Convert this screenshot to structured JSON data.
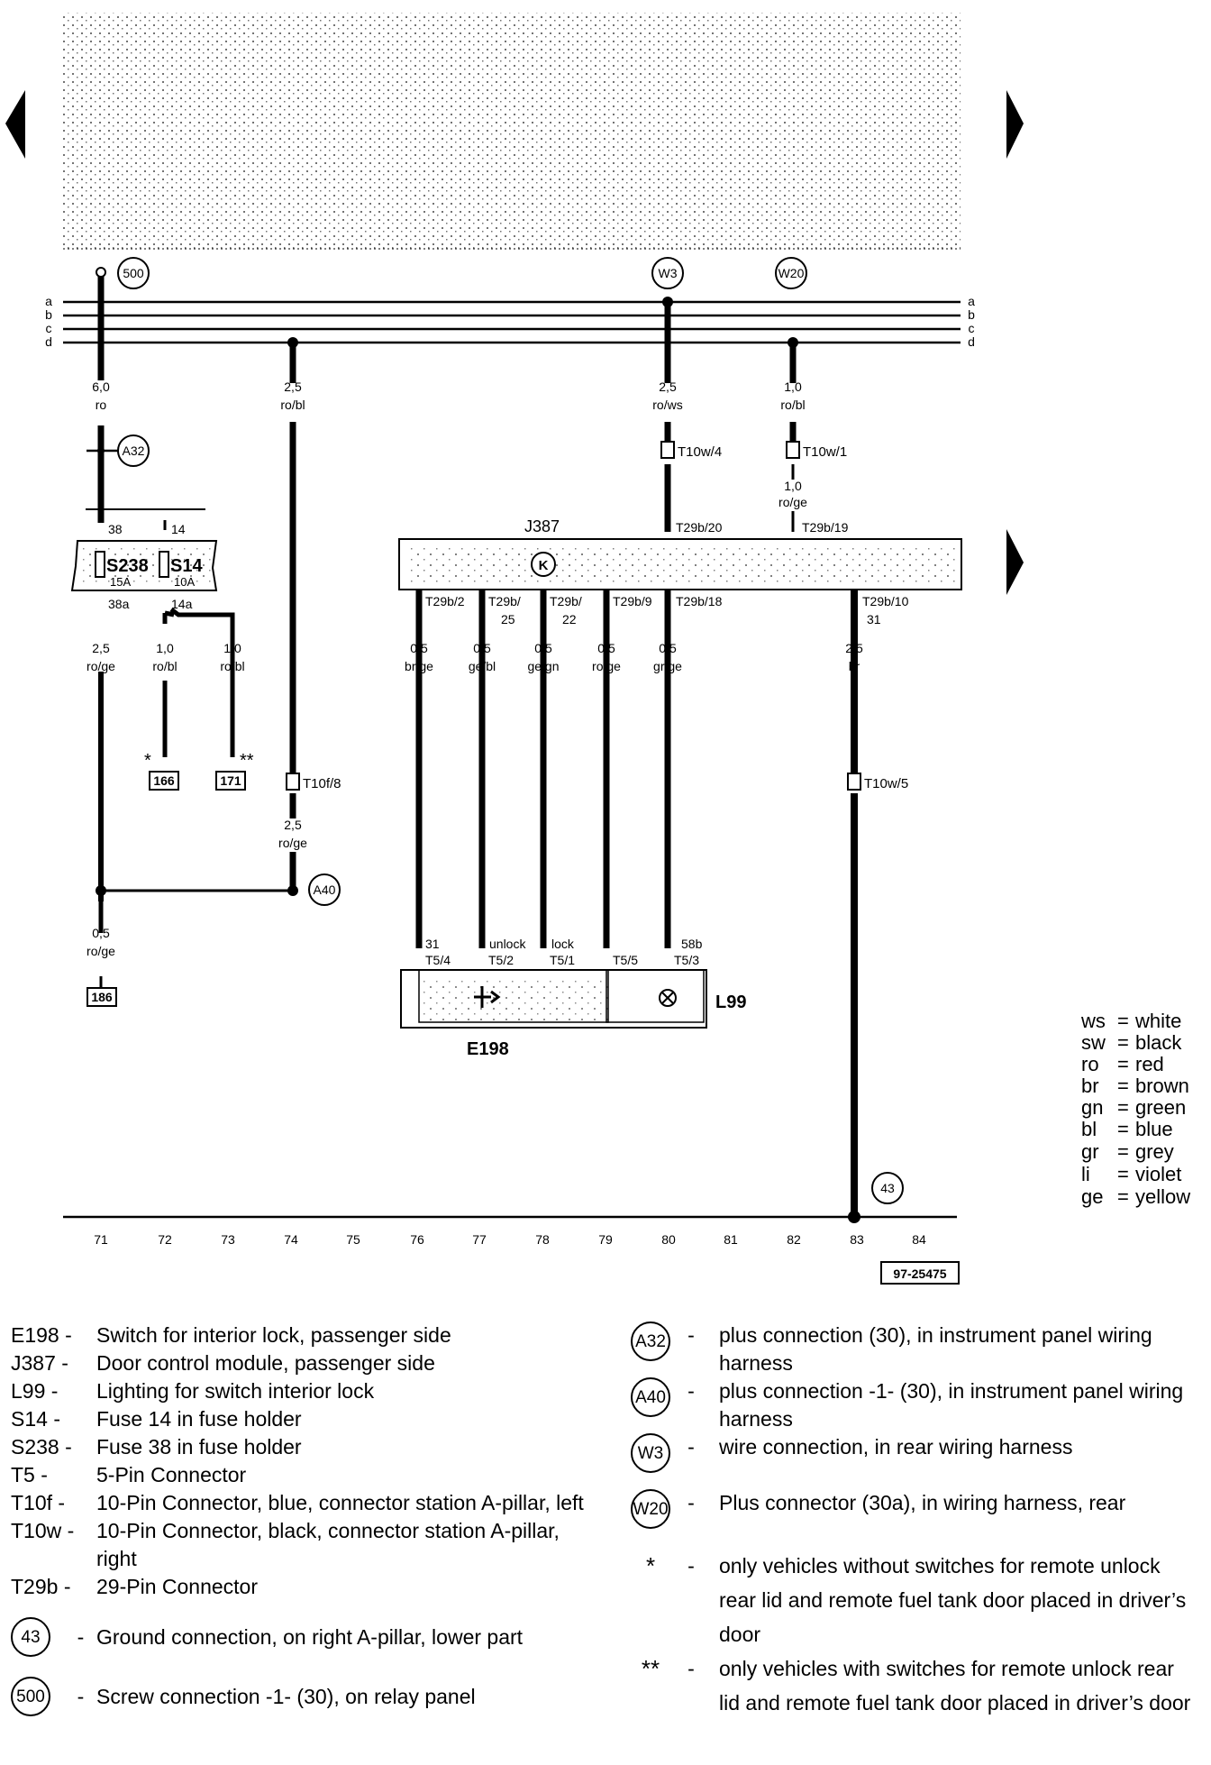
{
  "diagram": {
    "bus_letters": [
      "a",
      "b",
      "c",
      "d"
    ],
    "nodes": {
      "n500": "500",
      "W3": "W3",
      "W20": "W20",
      "A32": "A32",
      "A40": "A40",
      "n43": "43"
    },
    "wires": {
      "w71_top": {
        "size": "6,0",
        "color": "ro"
      },
      "w74_top": {
        "size": "2,5",
        "color": "ro/bl"
      },
      "w80_top": {
        "size": "2,5",
        "color": "ro/ws"
      },
      "w82_top": {
        "size": "1,0",
        "color": "ro/bl"
      },
      "w82_mid": {
        "size": "1,0",
        "color": "ro/ge"
      },
      "w71_fuse": {
        "size": "2,5",
        "color": "ro/ge"
      },
      "w72": {
        "size": "1,0",
        "color": "ro/bl"
      },
      "w73": {
        "size": "1,0",
        "color": "ro/bl"
      },
      "w74_low": {
        "size": "2,5",
        "color": "ro/ge"
      },
      "w71_low": {
        "size": "0,5",
        "color": "ro/ge"
      },
      "w76": {
        "size": "0,5",
        "color": "br/ge"
      },
      "w77": {
        "size": "0,5",
        "color": "ge/bl"
      },
      "w78": {
        "size": "0,5",
        "color": "ge/gn"
      },
      "w79": {
        "size": "0,5",
        "color": "ro/ge"
      },
      "w80": {
        "size": "0,5",
        "color": "gr/ge"
      },
      "w83": {
        "size": "2,5",
        "color": "br"
      }
    },
    "connectors": {
      "T10w4": "T10w/4",
      "T10w1": "T10w/1",
      "T10f8": "T10f/8",
      "T10w5": "T10w/5",
      "T29b20": "T29b/20",
      "T29b19": "T29b/19",
      "T29b2": "T29b/2",
      "T29b25a": "T29b/",
      "T29b25b": "25",
      "T29b22a": "T29b/",
      "T29b22b": "22",
      "T29b9": "T29b/9",
      "T29b18": "T29b/18",
      "T29b10": "T29b/10",
      "T29b10pin": "31",
      "T54": "T5/4",
      "T52": "T5/2",
      "T51": "T5/1",
      "T55": "T5/5",
      "T53": "T5/3"
    },
    "fuses": {
      "S238": "S238",
      "S238_rating": "15A",
      "S14": "S14",
      "S14_rating": "10A",
      "pin38": "38",
      "pin14": "14",
      "pin38a": "38a",
      "pin14a": "14a"
    },
    "components": {
      "J387": "J387",
      "E198": "E198",
      "L99": "L99",
      "K": "K"
    },
    "pin_labels": {
      "p31": "31",
      "unlock": "unlock",
      "lock": "lock",
      "p58b": "58b"
    },
    "refs": {
      "r166": "166",
      "r171": "171",
      "r186": "186",
      "star1": "*",
      "star2": "**"
    },
    "columns": [
      "71",
      "72",
      "73",
      "74",
      "75",
      "76",
      "77",
      "78",
      "79",
      "80",
      "81",
      "82",
      "83",
      "84"
    ],
    "doc_id": "97-25475",
    "color_key": [
      {
        "code": "ws",
        "name": "white"
      },
      {
        "code": "sw",
        "name": "black"
      },
      {
        "code": "ro",
        "name": "red"
      },
      {
        "code": "br",
        "name": "brown"
      },
      {
        "code": "gn",
        "name": "green"
      },
      {
        "code": "bl",
        "name": "blue"
      },
      {
        "code": "gr",
        "name": "grey"
      },
      {
        "code": "li",
        "name": "violet"
      },
      {
        "code": "ge",
        "name": "yellow"
      }
    ]
  },
  "legend_left": [
    {
      "code": "E198 -",
      "desc": "Switch for interior lock, passenger side"
    },
    {
      "code": "J387 -",
      "desc": "Door control module, passenger side"
    },
    {
      "code": "L99  -",
      "desc": "Lighting for switch interior lock"
    },
    {
      "code": "S14  -",
      "desc": "Fuse 14 in fuse holder"
    },
    {
      "code": "S238 -",
      "desc": "Fuse 38 in fuse holder"
    },
    {
      "code": "T5   -",
      "desc": "5-Pin Connector"
    },
    {
      "code": "T10f -",
      "desc": "10-Pin Connector, blue, connector station A-pillar, left"
    },
    {
      "code": "T10w -",
      "desc": "10-Pin Connector, black, connector station A-pillar, right"
    },
    {
      "code": "T29b -",
      "desc": "29-Pin Connector"
    }
  ],
  "legend_left_circles": [
    {
      "sym": "43",
      "desc": "Ground connection, on right A-pillar, lower part"
    },
    {
      "sym": "500",
      "desc": "Screw connection -1- (30), on relay panel"
    }
  ],
  "legend_right": [
    {
      "sym": "A32",
      "desc": "plus connection (30), in instrument panel wiring harness"
    },
    {
      "sym": "A40",
      "desc": "plus connection -1- (30), in instrument panel wiring harness"
    },
    {
      "sym": "W3",
      "desc": "wire connection, in rear wiring harness"
    },
    {
      "sym": "W20",
      "desc": "Plus connector (30a), in wiring harness, rear"
    }
  ],
  "legend_right_notes": [
    {
      "sym": "*",
      "desc": "only vehicles without switches for remote unlock rear lid and remote  fuel tank door placed in driver’s door"
    },
    {
      "sym": "**",
      "desc": "only vehicles with switches for remote unlock rear lid and remote  fuel tank door placed in driver’s door"
    }
  ],
  "dash": "-"
}
